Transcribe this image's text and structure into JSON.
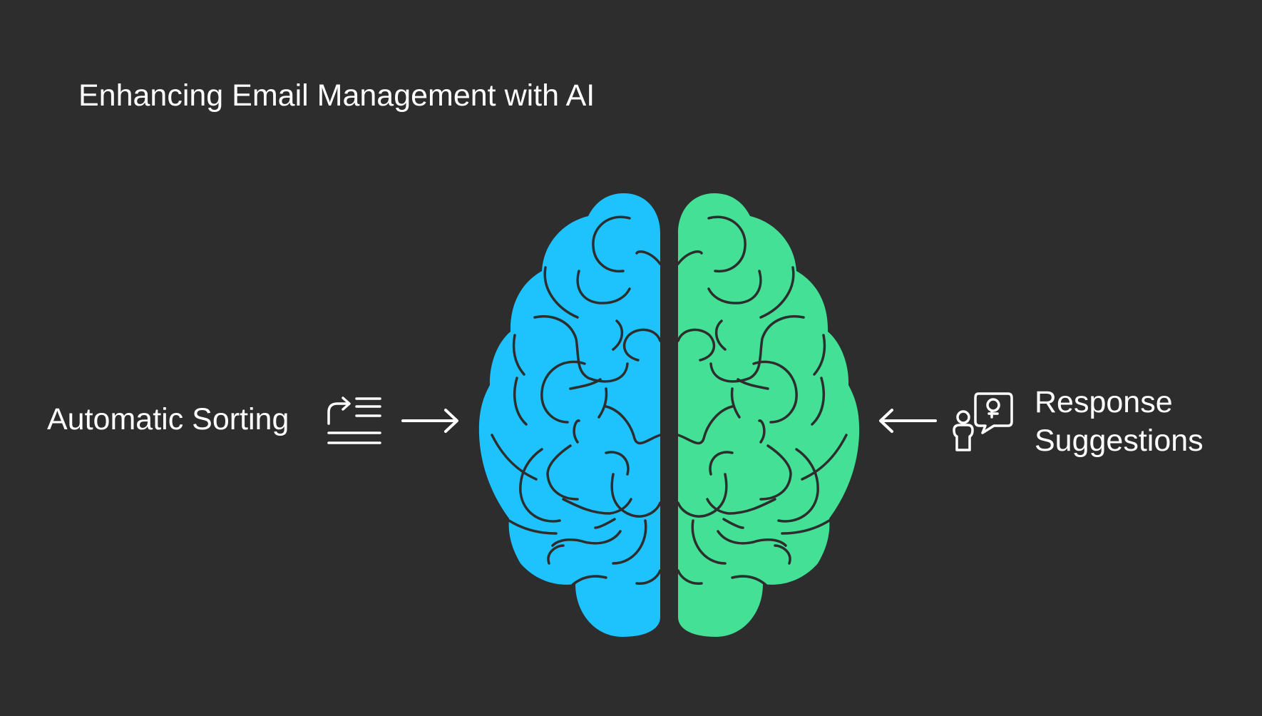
{
  "diagram": {
    "title": "Enhancing Email Management with AI",
    "left": {
      "label": "Automatic Sorting",
      "icon": "sort-list-icon"
    },
    "right": {
      "label_line1": "Response",
      "label_line2": "Suggestions",
      "icon": "person-idea-bubble-icon"
    },
    "colors": {
      "background": "#2d2d2d",
      "left_hemisphere": "#1ec3fd",
      "right_hemisphere": "#43e095",
      "fold_stroke": "#2d2d2d",
      "text": "#ffffff"
    }
  }
}
